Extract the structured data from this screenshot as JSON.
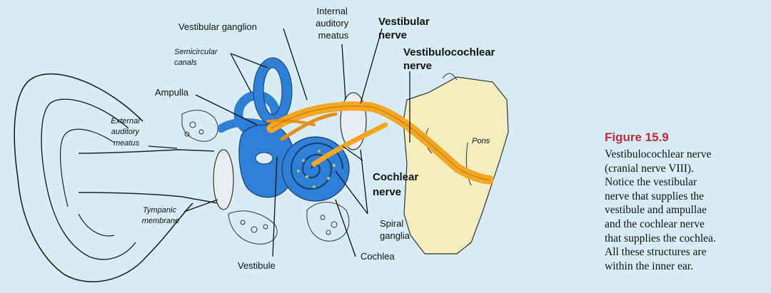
{
  "labels": {
    "vestibular_ganglion": "Vestibular ganglion",
    "internal_meatus": [
      "Internal",
      "auditory",
      "meatus"
    ],
    "vestibular_nerve": [
      "Vestibular",
      "nerve"
    ],
    "vestibulocochlear_nerve": [
      "Vestibulocochlear",
      "nerve"
    ],
    "semicircular_canals": [
      "Semicircular",
      "canals"
    ],
    "ampulla": "Ampulla",
    "external_meatus": [
      "External",
      "auditory",
      "meatus"
    ],
    "pons": "Pons",
    "cochlear_nerve": [
      "Cochlear",
      "nerve"
    ],
    "tympanic_membrane": [
      "Tympanic",
      "membrane"
    ],
    "spiral_ganglia": [
      "Spiral",
      "ganglia"
    ],
    "vestibule": "Vestibule",
    "cochlea": "Cochlea"
  },
  "caption": {
    "title": "Figure 15.9",
    "lines": [
      "Vestibulocochlear nerve",
      "(cranial nerve VIII).",
      "Notice the vestibular",
      "nerve that supplies the",
      "vestibule and ampullae",
      "and the cochlear nerve",
      "that supplies the cochlea.",
      "All these structures are",
      "within the inner ear."
    ]
  },
  "colors": {
    "background": "#d7ecf4",
    "inner_ear_blue": "#2f7fd6",
    "nerve_orange": "#f4a623",
    "pons_cream": "#f4edc0",
    "caption_title": "#c0283a"
  }
}
